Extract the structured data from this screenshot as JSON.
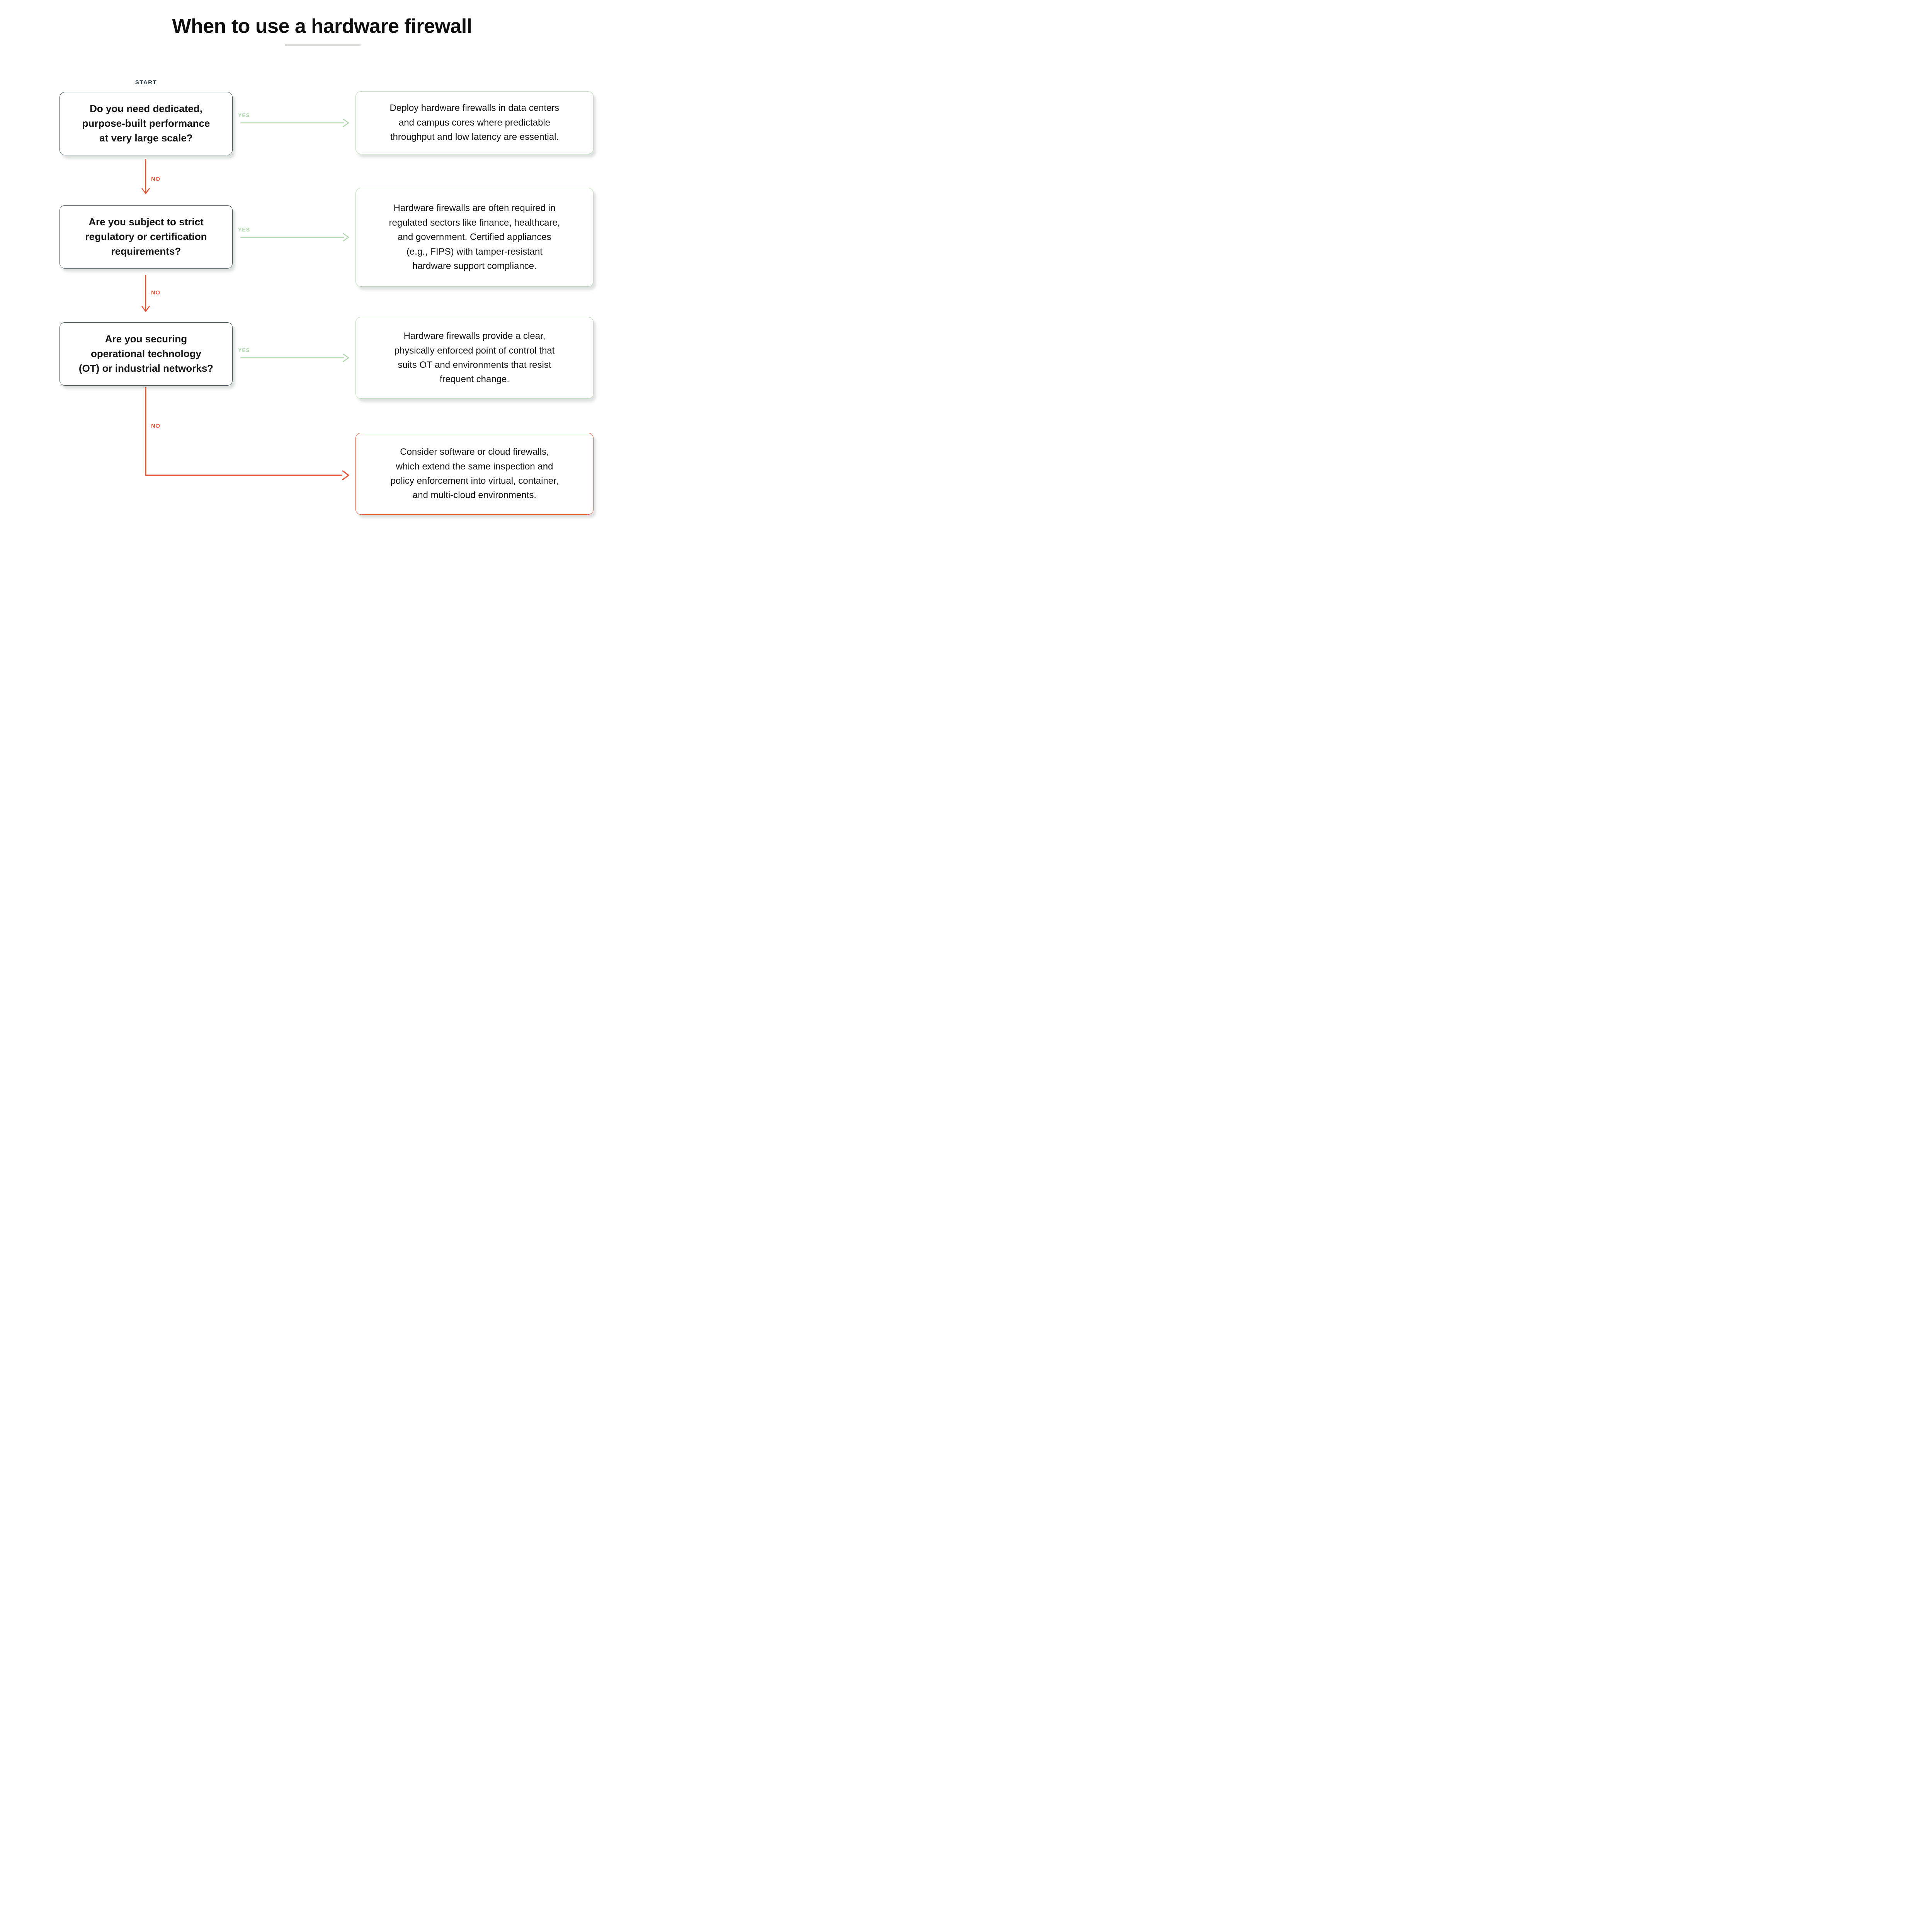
{
  "title": "When to use a hardware firewall",
  "labels": {
    "start": "START",
    "yes": "YES",
    "no": "NO"
  },
  "colors": {
    "question_border": "#3e505b",
    "answer_border_green": "#b9dcb4",
    "accent_green": "#a8d2a4",
    "accent_red": "#e2573a",
    "start_text": "#2b3e48",
    "divider_gray": "#dcdcda",
    "title_text": "#0e0e0e"
  },
  "questions": [
    {
      "text": "Do you need dedicated,\npurpose-built performance\nat very large scale?"
    },
    {
      "text": "Are you subject to strict\nregulatory or certification\nrequirements?"
    },
    {
      "text": "Are you securing\noperational technology\n(OT) or industrial networks?"
    }
  ],
  "outcomes": {
    "yes": [
      {
        "text": "Deploy hardware firewalls in data centers\nand campus cores where predictable\nthroughput and low latency are essential."
      },
      {
        "text": "Hardware firewalls are often required in\nregulated sectors like finance, healthcare,\nand government. Certified appliances\n(e.g., FIPS) with tamper-resistant\nhardware support compliance."
      },
      {
        "text": "Hardware firewalls provide a clear,\nphysically enforced point of control that\nsuits OT and environments that resist\nfrequent change."
      }
    ],
    "no_final": {
      "text": "Consider software or cloud firewalls,\nwhich extend the same inspection and\npolicy enforcement into virtual, container,\nand multi-cloud environments."
    }
  }
}
